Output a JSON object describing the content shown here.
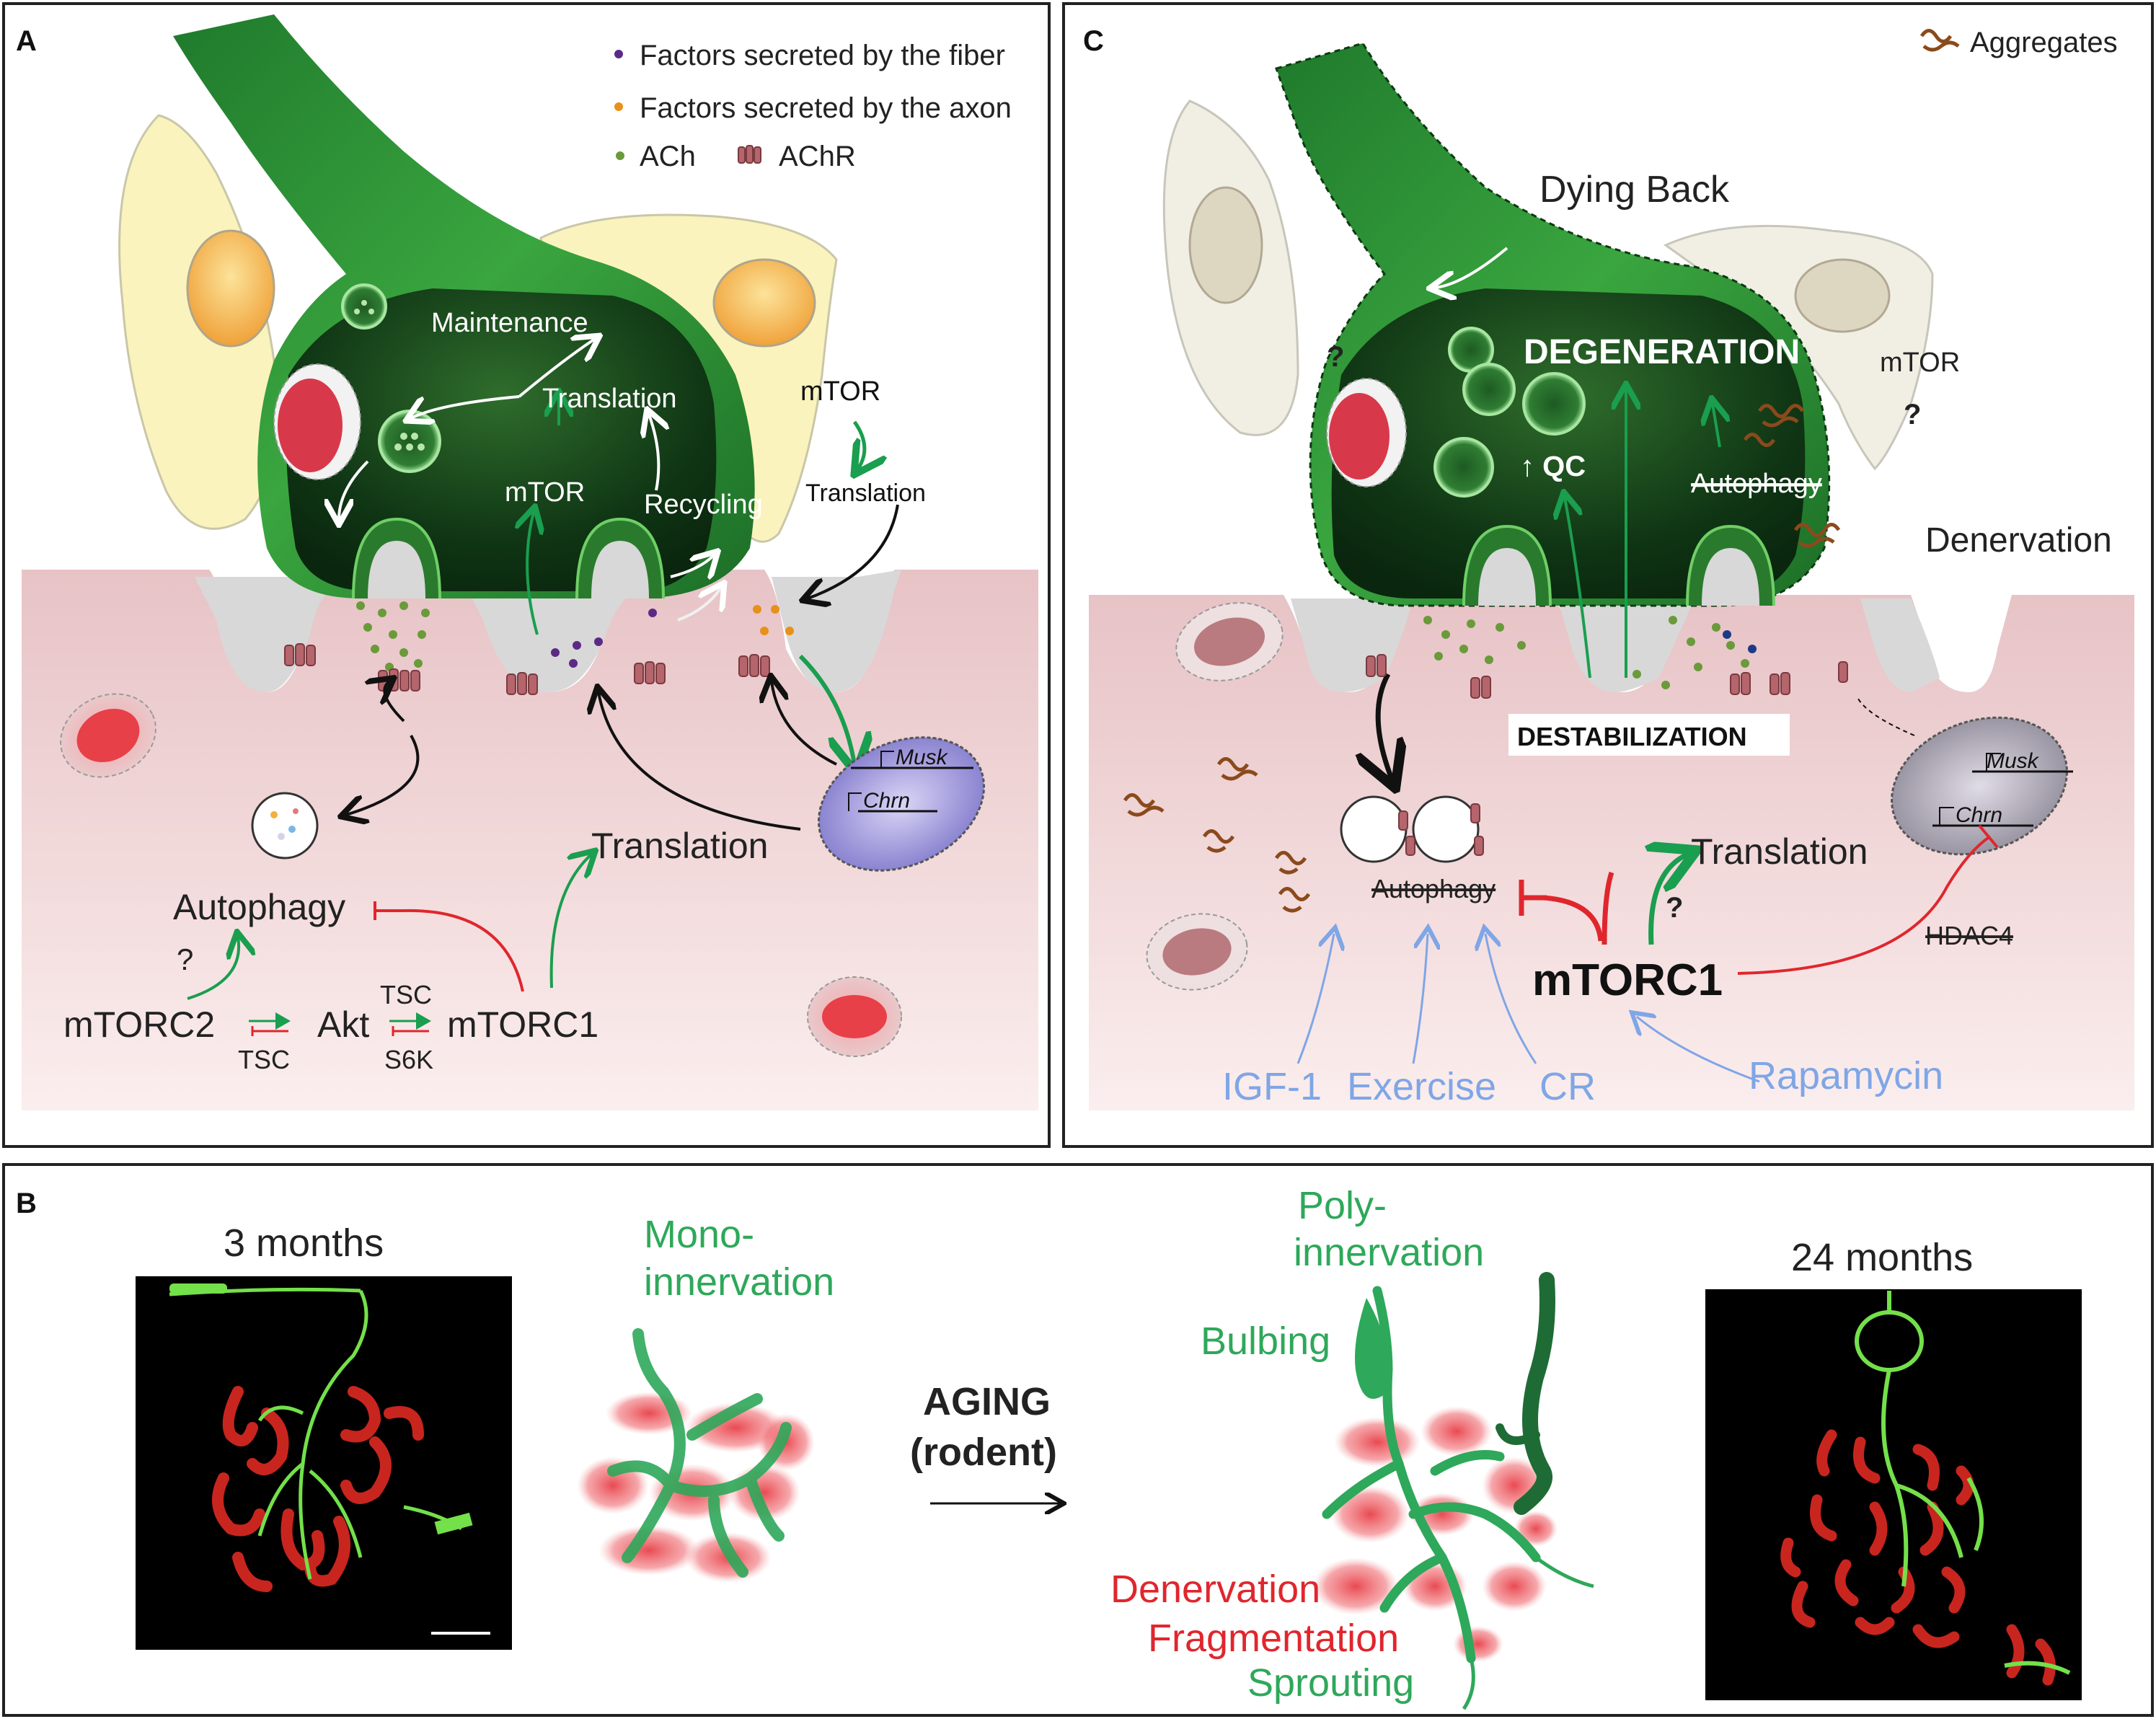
{
  "panel_a": {
    "letter": "A",
    "legend": {
      "fiber_factors": "Factors secreted by the fiber",
      "axon_factors": "Factors secreted by the axon",
      "ach": "ACh",
      "achr": "AChR"
    },
    "labels": {
      "maintenance": "Maintenance",
      "translation_inner": "Translation",
      "mtor_inner": "mTOR",
      "recycling": "Recycling",
      "mtor_schwann": "mTOR",
      "translation_schwann": "Translation",
      "musk": "Musk",
      "chrn": "Chrn",
      "translation_big": "Translation",
      "autophagy": "Autophagy",
      "question": "?",
      "mtorc2": "mTORC2",
      "akt": "Akt",
      "mtorc1": "mTORC1",
      "tsc_left": "TSC",
      "tsc_right": "TSC",
      "s6k": "S6K"
    }
  },
  "panel_c": {
    "letter": "C",
    "legend_aggregates": "Aggregates",
    "labels": {
      "dying_back": "Dying Back",
      "degeneration": "DEGENERATION",
      "mtor": "mTOR",
      "q1": "?",
      "q2": "?",
      "qc": "↑ QC",
      "autophagy_inner": "Autophagy",
      "denervation": "Denervation",
      "destabilization": "DESTABILIZATION",
      "musk": "Musk",
      "chrn": "Chrn",
      "translation": "Translation",
      "q3": "?",
      "autophagy": "Autophagy",
      "mtorc1": "mTORC1",
      "hdac4": "HDAC4",
      "igf1": "IGF-1",
      "exercise": "Exercise",
      "cr": "CR",
      "rapamycin": "Rapamycin"
    }
  },
  "panel_b": {
    "letter": "B",
    "age_young": "3 months",
    "age_old": "24 months",
    "mono_1": "Mono-",
    "mono_2": "innervation",
    "aging_1": "AGING",
    "aging_2": "(rodent)",
    "poly_1": "Poly-",
    "poly_2": "innervation",
    "bulbing": "Bulbing",
    "denervation": "Denervation",
    "fragmentation": "Fragmentation",
    "sprouting": "Sprouting"
  },
  "colors": {
    "green": "#1a9e4f",
    "red": "#e0262d",
    "blue_light": "#7fa6e6",
    "purple_dot": "#5b2a86",
    "orange_dot": "#e8901a",
    "ach_dot": "#6a9a3a",
    "nucleus_blue": "#7b73c9"
  }
}
